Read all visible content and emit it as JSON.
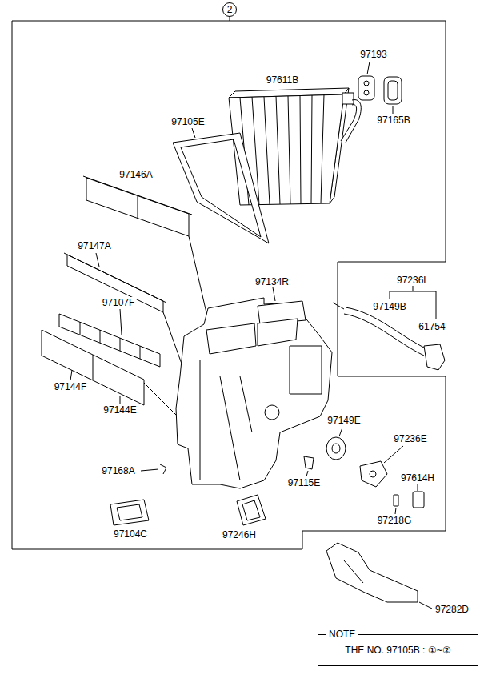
{
  "diagram": {
    "nodes": [
      {
        "text": [
          "2"
        ]
      },
      {
        "text": [
          "NOTE",
          "THE NO. 97105B : ①~②"
        ]
      }
    ],
    "labels": [
      "97193",
      "97611B",
      "97105E",
      "97165B",
      "97146A",
      "97147A",
      "97134R",
      "97236L",
      "97149B",
      "61754",
      "97107F",
      "97144F",
      "97144E",
      "97149E",
      "97236E",
      "97168A",
      "97115E",
      "97614H",
      "97218G",
      "97104C",
      "97246H",
      "97282D"
    ]
  }
}
